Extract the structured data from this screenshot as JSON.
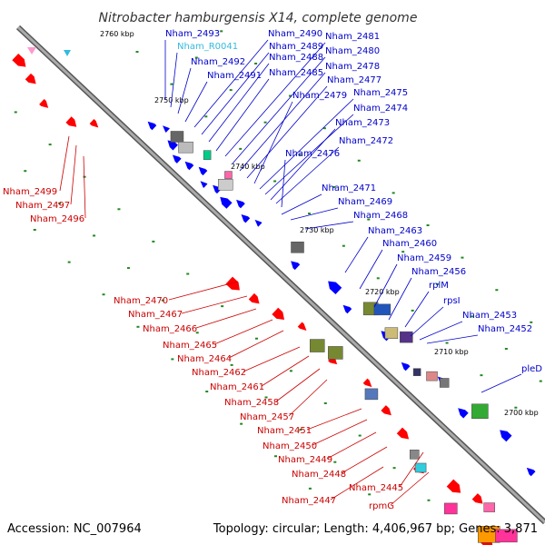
{
  "title": "Nitrobacter hamburgensis X14, complete genome",
  "accession": "Accession: NC_007964",
  "summary": "Topology: circular; Length: 4,406,967 bp; Genes: 3,871",
  "colors": {
    "forward": "#ff0000",
    "reverse": "#0000ff",
    "rna": "#33bbdd",
    "backbone": "#888888",
    "tick": "#228822"
  },
  "kbp_marks": [
    "2760 kbp",
    "2750 kbp",
    "2740 kbp",
    "2730 kbp",
    "2720 kbp",
    "2710 kbp",
    "2700 kbp"
  ],
  "upper_labels": [
    "Nham_2493",
    "Nham_R0041",
    "Nham_2492",
    "Nham_2491",
    "Nham_2490",
    "Nham_2489",
    "Nham_2488",
    "Nham_2485",
    "Nham_2481",
    "Nham_2480",
    "Nham_2478",
    "Nham_2477",
    "Nham_2479",
    "Nham_2475",
    "Nham_2474",
    "Nham_2473",
    "Nham_2472",
    "Nham_2476",
    "Nham_2471",
    "Nham_2469",
    "Nham_2468",
    "Nham_2463",
    "Nham_2460",
    "Nham_2459",
    "Nham_2456",
    "rplM",
    "rpsI",
    "Nham_2453",
    "Nham_2452",
    "pleD"
  ],
  "lower_labels": [
    "Nham_2499",
    "Nham_2497",
    "Nham_2496",
    "Nham_2470",
    "Nham_2467",
    "Nham_2466",
    "Nham_2465",
    "Nham_2464",
    "Nham_2462",
    "Nham_2461",
    "Nham_2458",
    "Nham_2457",
    "Nham_2451",
    "Nham_2450",
    "Nham_2449",
    "Nham_2448",
    "Nham_2445",
    "Nham_2447",
    "rpmG"
  ]
}
